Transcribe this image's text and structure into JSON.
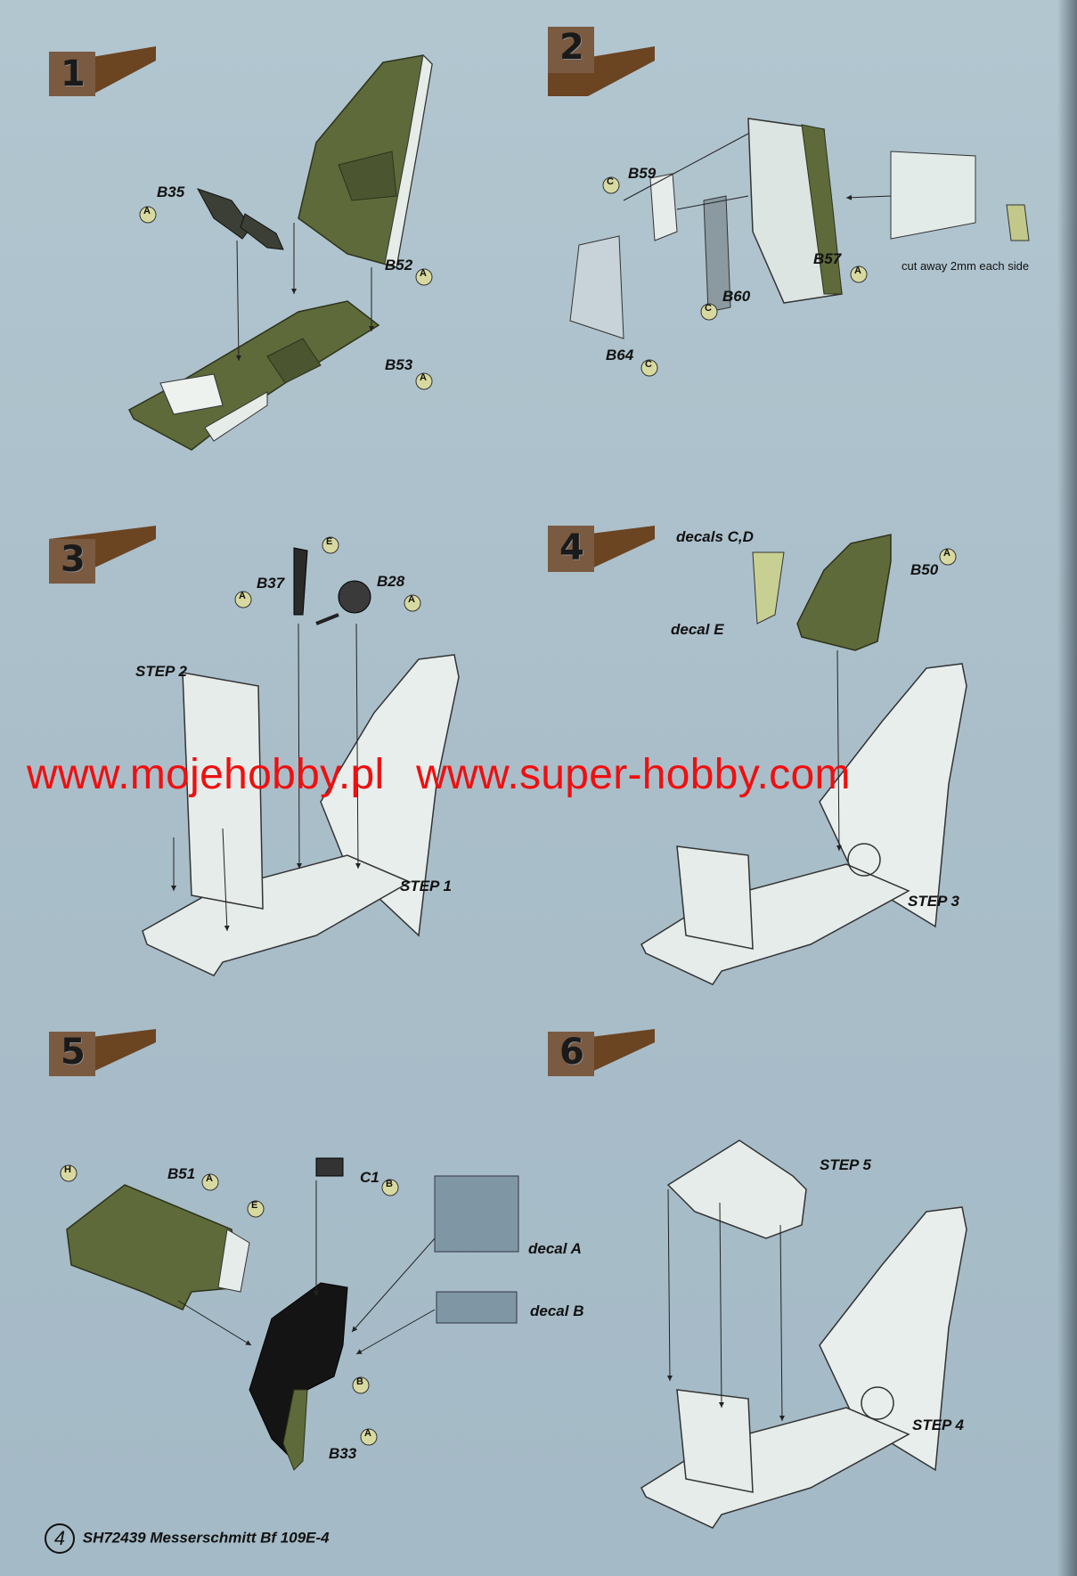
{
  "steps": [
    {
      "number": "1",
      "parts": [
        "B35",
        "B52",
        "B53"
      ]
    },
    {
      "number": "2",
      "parts": [
        "B59",
        "B57",
        "B60",
        "B64"
      ],
      "note": "cut away 2mm each side"
    },
    {
      "number": "3",
      "parts": [
        "B37",
        "B28"
      ],
      "refs": [
        "STEP 2",
        "STEP 1"
      ]
    },
    {
      "number": "4",
      "parts": [
        "B50"
      ],
      "decals": [
        "decals C,D",
        "decal E"
      ],
      "refs": [
        "STEP 3"
      ]
    },
    {
      "number": "5",
      "parts": [
        "B51",
        "C1",
        "B33"
      ],
      "decals": [
        "decal A",
        "decal B"
      ]
    },
    {
      "number": "6",
      "refs": [
        "STEP 5",
        "STEP 4"
      ]
    }
  ],
  "sprue_letters": {
    "a": "A",
    "b": "B",
    "c": "C",
    "e": "E",
    "h": "H"
  },
  "watermark": {
    "left": "www.mojehobby.pl",
    "right": "www.super-hobby.com"
  },
  "footer": {
    "page": "4",
    "text": "SH72439 Messerschmitt Bf 109E-4"
  },
  "colors": {
    "part_green": "#5e6a3a",
    "step_tag": "#6b4422",
    "watermark": "#ef0f0f",
    "decal_panel": "#7f97a4"
  }
}
